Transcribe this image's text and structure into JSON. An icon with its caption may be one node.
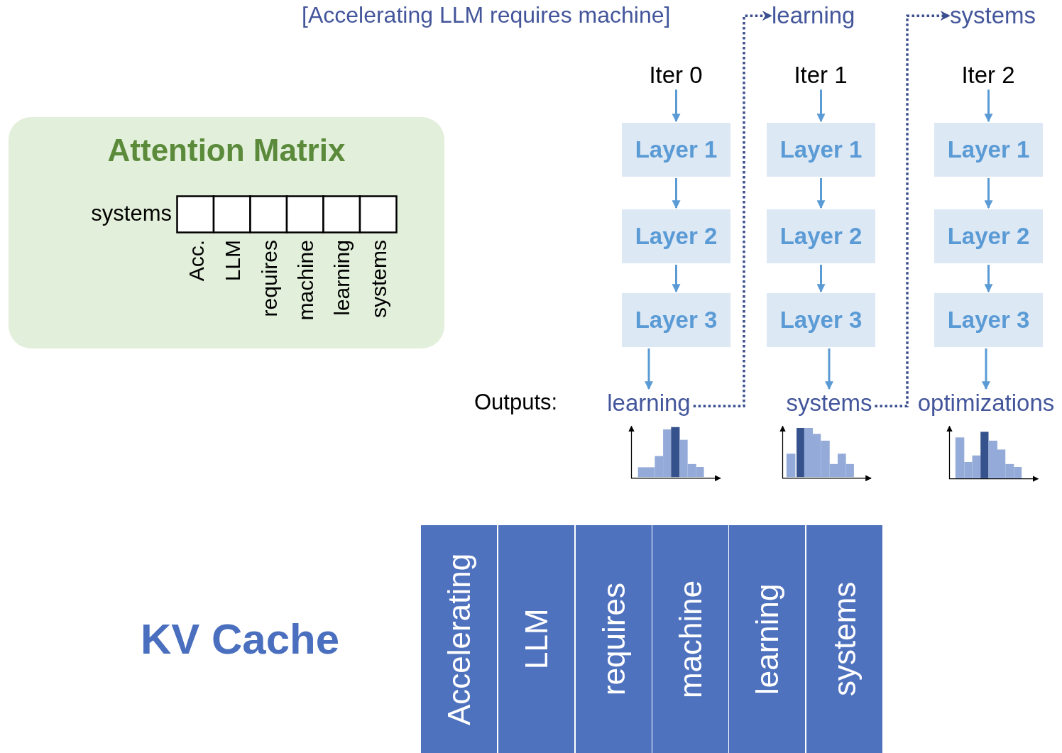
{
  "diagram": {
    "nodes": [
      {
        "text": [
          "Attention Matrix"
        ]
      },
      {
        "text": [
          "learning"
        ]
      },
      {
        "text": [
          "systems"
        ]
      },
      {
        "text": [
          "Iter 0"
        ]
      },
      {
        "text": [
          "Layer 1"
        ]
      },
      {
        "text": [
          "Layer 2"
        ]
      },
      {
        "text": [
          "Layer 3"
        ]
      },
      {
        "text": [
          "learning"
        ]
      },
      {
        "text": [
          "Iter 1"
        ]
      },
      {
        "text": [
          "Layer 1"
        ]
      },
      {
        "text": [
          "Layer 2"
        ]
      },
      {
        "text": [
          "Layer 3"
        ]
      },
      {
        "text": [
          "systems"
        ]
      },
      {
        "text": [
          "Iter 2"
        ]
      },
      {
        "text": [
          "Layer 1"
        ]
      },
      {
        "text": [
          "Layer 2"
        ]
      },
      {
        "text": [
          "Layer 3"
        ]
      },
      {
        "text": [
          "optimizations"
        ]
      },
      {
        "text": [
          "Accelerating"
        ]
      },
      {
        "text": [
          "LLM"
        ]
      },
      {
        "text": [
          "requires"
        ]
      },
      {
        "text": [
          "machine"
        ]
      },
      {
        "text": [
          "learning"
        ]
      },
      {
        "text": [
          "systems"
        ]
      }
    ],
    "edges": [
      {
        "from": 3,
        "to": 4,
        "arrow": "to"
      },
      {
        "from": 4,
        "to": 5,
        "arrow": "to"
      },
      {
        "from": 5,
        "to": 6,
        "arrow": "to"
      },
      {
        "from": 6,
        "to": 7,
        "arrow": "to"
      },
      {
        "from": 8,
        "to": 9,
        "arrow": "to"
      },
      {
        "from": 9,
        "to": 10,
        "arrow": "to"
      },
      {
        "from": 10,
        "to": 11,
        "arrow": "to"
      },
      {
        "from": 11,
        "to": 12,
        "arrow": "to"
      },
      {
        "from": 13,
        "to": 14,
        "arrow": "to"
      },
      {
        "from": 14,
        "to": 15,
        "arrow": "to"
      },
      {
        "from": 15,
        "to": 16,
        "arrow": "to"
      },
      {
        "from": 16,
        "to": 17,
        "arrow": "to"
      },
      {
        "from": 7,
        "to": 1,
        "arrow": "to",
        "style": "dashed",
        "color": "#3b4f8f"
      },
      {
        "from": 12,
        "to": 2,
        "arrow": "to",
        "style": "dashed",
        "color": "#3b4f8f"
      }
    ],
    "labels": [
      "[Accelerating LLM requires machine]",
      "systems",
      "Acc.",
      "LLM",
      "requires",
      "machine",
      "learning",
      "systems",
      "Outputs:",
      "KV Cache"
    ]
  }
}
